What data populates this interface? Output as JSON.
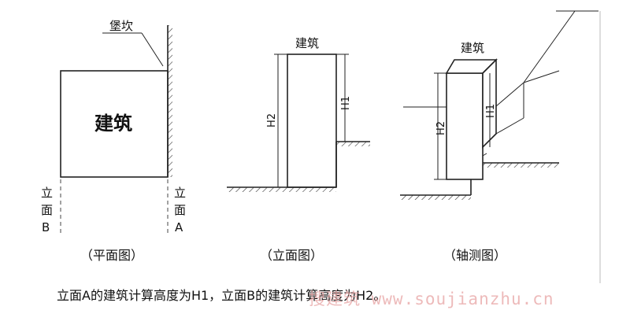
{
  "plan": {
    "retaining_wall": "堡坎",
    "building": "建筑",
    "elev_b": [
      "立",
      "面",
      "B"
    ],
    "elev_a": [
      "立",
      "面",
      "A"
    ],
    "caption": "（平面图）"
  },
  "elevation": {
    "building": "建筑",
    "h1": "H1",
    "h2": "H2",
    "caption": "（立面图）"
  },
  "axonometric": {
    "building": "建筑",
    "h1": "H1",
    "h2": "H2",
    "caption": "（轴测图）"
  },
  "footnote": "立面A的建筑计算高度为H1，立面B的建筑计算高度为H2。",
  "watermark": "搜建筑 www.soujianzhu.cn"
}
